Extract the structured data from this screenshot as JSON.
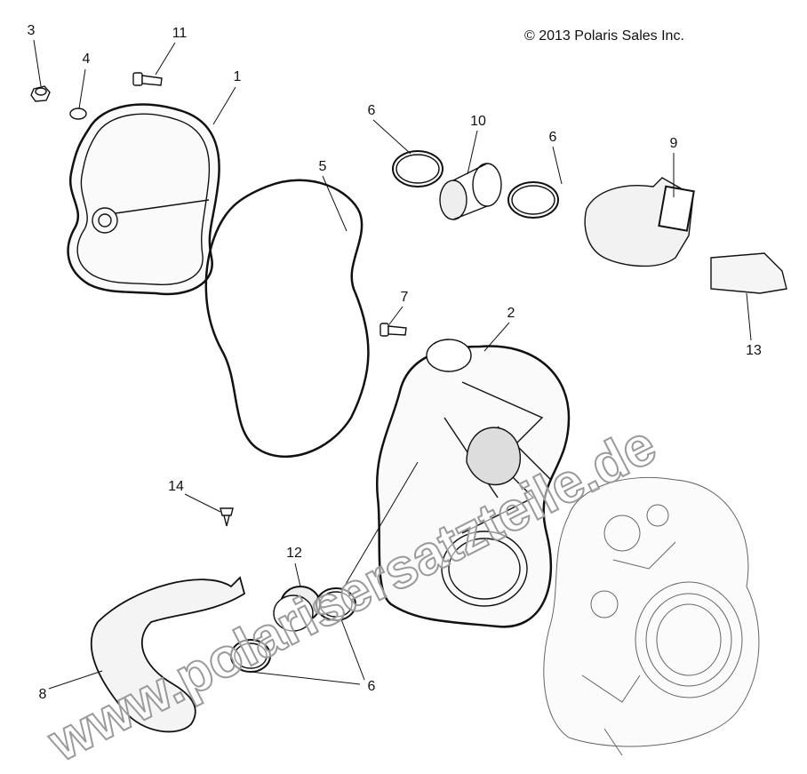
{
  "copyright": "© 2013 Polaris Sales Inc.",
  "watermark": "www.polarisersatzteile.de",
  "callouts": [
    {
      "label": "3",
      "part": "plug"
    },
    {
      "label": "11",
      "part": "bolt"
    },
    {
      "label": "4",
      "part": "o-ring"
    },
    {
      "label": "1",
      "part": "outer-clutch-cover"
    },
    {
      "label": "5",
      "part": "cover-gasket"
    },
    {
      "label": "6",
      "part": "clamp"
    },
    {
      "label": "10",
      "part": "duct-coupler"
    },
    {
      "label": "6",
      "part": "clamp"
    },
    {
      "label": "9",
      "part": "intake-duct"
    },
    {
      "label": "13",
      "part": "duct-cover"
    },
    {
      "label": "7",
      "part": "bolt"
    },
    {
      "label": "2",
      "part": "inner-clutch-cover"
    },
    {
      "label": "14",
      "part": "push-rivet"
    },
    {
      "label": "12",
      "part": "coupler"
    },
    {
      "label": "8",
      "part": "exhaust-duct"
    },
    {
      "label": "6",
      "part": "clamps"
    }
  ],
  "colors": {
    "line": "#111111",
    "watermark": "#9a9a9a"
  }
}
